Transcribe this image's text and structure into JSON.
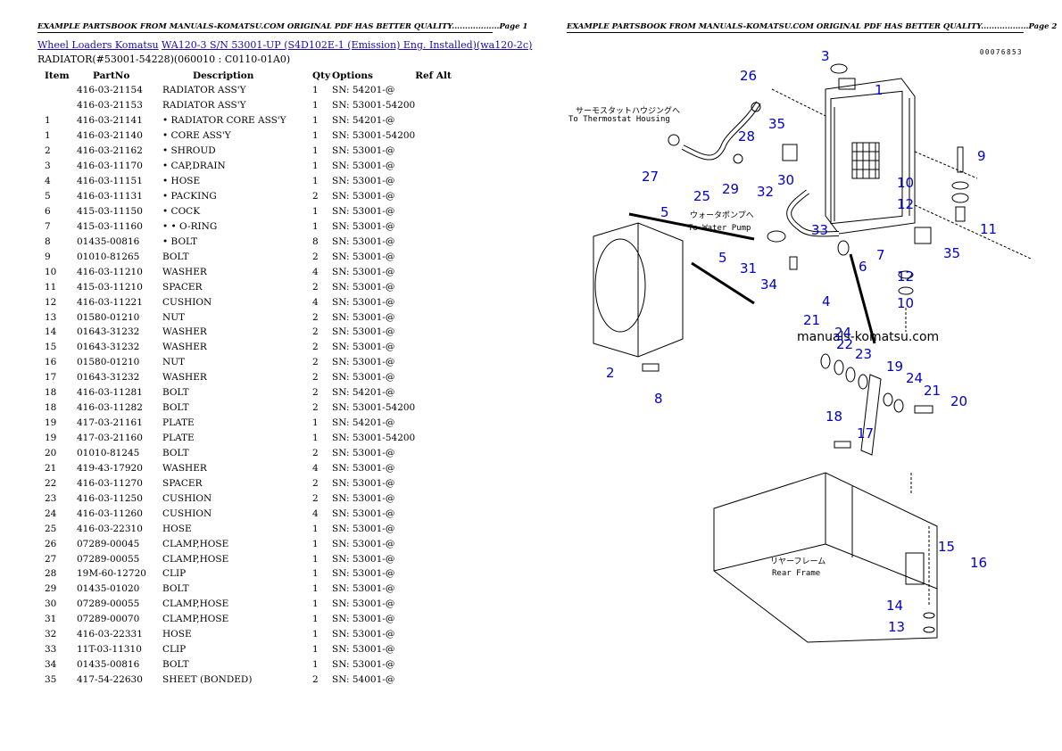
{
  "page1": {
    "header": "EXAMPLE PARTSBOOK FROM MANUALS-KOMATSU.COM ORIGINAL PDF HAS BETTER QUALITY..................Page 1",
    "breadcrumb": {
      "link1": "Wheel Loaders Komatsu",
      "link2": "WA120-3 S/N 53001-UP (S4D102E-1 (Emission) Eng. Installed)(wa120-2c)"
    },
    "subtitle": "RADIATOR(#53001-54228)(060010 : C0110-01A0)",
    "columns": [
      "Item",
      "PartNo",
      "Description",
      "Qty",
      "Options",
      "Ref Alt"
    ],
    "rows": [
      [
        "",
        "416-03-21154",
        "RADIATOR ASS'Y",
        "1",
        "SN: 54201-@",
        ""
      ],
      [
        "",
        "416-03-21153",
        "RADIATOR ASS'Y",
        "1",
        "SN: 53001-54200",
        ""
      ],
      [
        "1",
        "416-03-21141",
        "• RADIATOR CORE ASS'Y",
        "1",
        "SN: 54201-@",
        ""
      ],
      [
        "1",
        "416-03-21140",
        "• CORE ASS'Y",
        "1",
        "SN: 53001-54200",
        ""
      ],
      [
        "2",
        "416-03-21162",
        "• SHROUD",
        "1",
        "SN: 53001-@",
        ""
      ],
      [
        "3",
        "416-03-11170",
        "• CAP,DRAIN",
        "1",
        "SN: 53001-@",
        ""
      ],
      [
        "4",
        "416-03-11151",
        "• HOSE",
        "1",
        "SN: 53001-@",
        ""
      ],
      [
        "5",
        "416-03-11131",
        "• PACKING",
        "2",
        "SN: 53001-@",
        ""
      ],
      [
        "6",
        "415-03-11150",
        "• COCK",
        "1",
        "SN: 53001-@",
        ""
      ],
      [
        "7",
        "415-03-11160",
        "• • O-RING",
        "1",
        "SN: 53001-@",
        ""
      ],
      [
        "8",
        "01435-00816",
        "• BOLT",
        "8",
        "SN: 53001-@",
        ""
      ],
      [
        "9",
        "01010-81265",
        "BOLT",
        "2",
        "SN: 53001-@",
        ""
      ],
      [
        "10",
        "416-03-11210",
        "WASHER",
        "4",
        "SN: 53001-@",
        ""
      ],
      [
        "11",
        "415-03-11210",
        "SPACER",
        "2",
        "SN: 53001-@",
        ""
      ],
      [
        "12",
        "416-03-11221",
        "CUSHION",
        "4",
        "SN: 53001-@",
        ""
      ],
      [
        "13",
        "01580-01210",
        "NUT",
        "2",
        "SN: 53001-@",
        ""
      ],
      [
        "14",
        "01643-31232",
        "WASHER",
        "2",
        "SN: 53001-@",
        ""
      ],
      [
        "15",
        "01643-31232",
        "WASHER",
        "2",
        "SN: 53001-@",
        ""
      ],
      [
        "16",
        "01580-01210",
        "NUT",
        "2",
        "SN: 53001-@",
        ""
      ],
      [
        "17",
        "01643-31232",
        "WASHER",
        "2",
        "SN: 53001-@",
        ""
      ],
      [
        "18",
        "416-03-11281",
        "BOLT",
        "2",
        "SN: 54201-@",
        ""
      ],
      [
        "18",
        "416-03-11282",
        "BOLT",
        "2",
        "SN: 53001-54200",
        ""
      ],
      [
        "19",
        "417-03-21161",
        "PLATE",
        "1",
        "SN: 54201-@",
        ""
      ],
      [
        "19",
        "417-03-21160",
        "PLATE",
        "1",
        "SN: 53001-54200",
        ""
      ],
      [
        "20",
        "01010-81245",
        "BOLT",
        "2",
        "SN: 53001-@",
        ""
      ],
      [
        "21",
        "419-43-17920",
        "WASHER",
        "4",
        "SN: 53001-@",
        ""
      ],
      [
        "22",
        "416-03-11270",
        "SPACER",
        "2",
        "SN: 53001-@",
        ""
      ],
      [
        "23",
        "416-03-11250",
        "CUSHION",
        "2",
        "SN: 53001-@",
        ""
      ],
      [
        "24",
        "416-03-11260",
        "CUSHION",
        "4",
        "SN: 53001-@",
        ""
      ],
      [
        "25",
        "416-03-22310",
        "HOSE",
        "1",
        "SN: 53001-@",
        ""
      ],
      [
        "26",
        "07289-00045",
        "CLAMP,HOSE",
        "1",
        "SN: 53001-@",
        ""
      ],
      [
        "27",
        "07289-00055",
        "CLAMP,HOSE",
        "1",
        "SN: 53001-@",
        ""
      ],
      [
        "28",
        "19M-60-12720",
        "CLIP",
        "1",
        "SN: 53001-@",
        ""
      ],
      [
        "29",
        "01435-01020",
        "BOLT",
        "1",
        "SN: 53001-@",
        ""
      ],
      [
        "30",
        "07289-00055",
        "CLAMP,HOSE",
        "1",
        "SN: 53001-@",
        ""
      ],
      [
        "31",
        "07289-00070",
        "CLAMP,HOSE",
        "1",
        "SN: 53001-@",
        ""
      ],
      [
        "32",
        "416-03-22331",
        "HOSE",
        "1",
        "SN: 53001-@",
        ""
      ],
      [
        "33",
        "11T-03-11310",
        "CLIP",
        "1",
        "SN: 53001-@",
        ""
      ],
      [
        "34",
        "01435-00816",
        "BOLT",
        "1",
        "SN: 53001-@",
        ""
      ],
      [
        "35",
        "417-54-22630",
        "SHEET (BONDED)",
        "2",
        "SN: 54001-@",
        ""
      ]
    ]
  },
  "page2": {
    "header": "EXAMPLE PARTSBOOK FROM MANUALS-KOMATSU.COM ORIGINAL PDF HAS BETTER QUALITY..................Page 2",
    "drawing_code": "00076853",
    "notes": {
      "thermostat_jp": "サーモスタットハウジングへ",
      "thermostat_en": "To Thermostat Housing",
      "waterpump_jp": "ウォータポンプへ",
      "waterpump_en": "To Water Pump",
      "rearframe_jp": "リヤーフレーム",
      "rearframe_en": "Rear Frame"
    },
    "watermark": "manuals-komatsu.com",
    "callouts": [
      "1",
      "2",
      "3",
      "4",
      "5",
      "5",
      "6",
      "7",
      "8",
      "9",
      "10",
      "10",
      "11",
      "12",
      "12",
      "13",
      "14",
      "15",
      "16",
      "17",
      "18",
      "19",
      "20",
      "21",
      "21",
      "22",
      "23",
      "24",
      "24",
      "25",
      "26",
      "27",
      "28",
      "29",
      "30",
      "31",
      "32",
      "33",
      "34",
      "35",
      "35"
    ]
  }
}
